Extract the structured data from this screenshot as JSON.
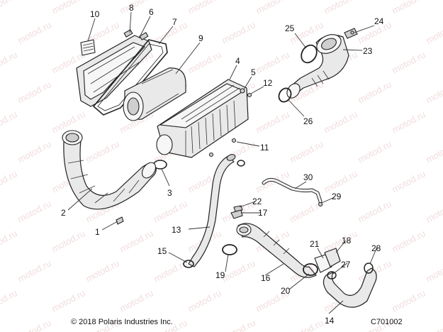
{
  "watermark": "motod.ru",
  "copyright": "© 2018 Polaris Industries Inc.",
  "figure_code": "C701002",
  "callouts": {
    "c1": "1",
    "c2": "2",
    "c3": "3",
    "c4": "4",
    "c5": "5",
    "c6": "6",
    "c7": "7",
    "c8": "8",
    "c9": "9",
    "c10": "10",
    "c11": "11",
    "c12": "12",
    "c13": "13",
    "c14": "14",
    "c15": "15",
    "c16": "16",
    "c17": "17",
    "c18": "18",
    "c19": "19",
    "c20": "20",
    "c21": "21",
    "c22": "22",
    "c23": "23",
    "c24": "24",
    "c25": "25",
    "c26": "26",
    "c27": "27",
    "c28": "28",
    "c29": "29",
    "c30": "30"
  }
}
